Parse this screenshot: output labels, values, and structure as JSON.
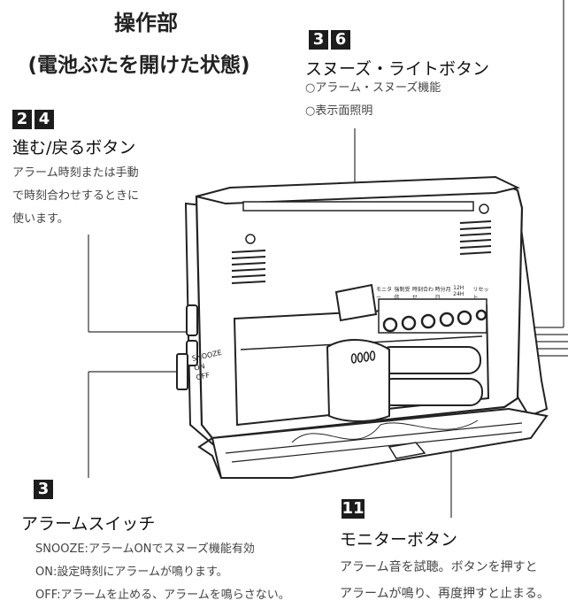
{
  "title": {
    "line1": "操作部",
    "line2": "(電池ぶたを開けた状態)"
  },
  "snooze_light": {
    "badges": [
      "3",
      "6"
    ],
    "heading": "スヌーズ・ライトボタン",
    "lines": [
      "○アラーム・スヌーズ機能",
      "○表示面照明"
    ]
  },
  "forward_back": {
    "badges": [
      "2",
      "4"
    ],
    "heading": "進む/戻るボタン",
    "lines": [
      "アラーム時刻または手動",
      "で時刻合わせするときに",
      "使います。"
    ]
  },
  "alarm_switch": {
    "badges": [
      "3"
    ],
    "heading": "アラームスイッチ",
    "lines": [
      "SNOOZE:アラームONでスヌーズ機能有効",
      "ON:設定時刻にアラームが鳴ります。",
      "OFF:アラームを止める、アラームを鳴らさない。"
    ],
    "switch_labels": [
      "SNOOZE",
      "ON",
      "OFF"
    ]
  },
  "monitor": {
    "badges": [
      "11"
    ],
    "heading": "モニターボタン",
    "lines": [
      "アラーム音を試聴。ボタンを押すと",
      "アラームが鳴り、再度押すと止まる。"
    ]
  },
  "panel_labels": [
    "モニター",
    "強制受信",
    "時刻合わせ",
    "時分月日",
    "12H 24H",
    "リセット"
  ]
}
